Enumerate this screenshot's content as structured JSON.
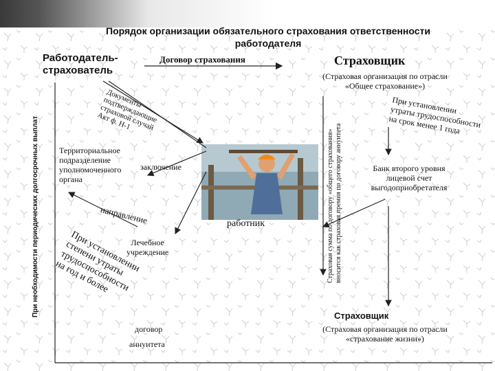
{
  "title": "Порядок организации обязательного страхования ответственности работодателя",
  "employer": {
    "line1": "Работодатель-",
    "line2": "страхователь"
  },
  "contract": "Договор страхования",
  "insurer_top": {
    "name": "Страховщик",
    "desc1": "(Страховая организация по отрасли",
    "desc2": "«Общее страхование»)"
  },
  "documents": {
    "l1": "Документы",
    "l2": "подтверждающие",
    "l3": "страховой случай",
    "l4": "Акт ф. Н-1"
  },
  "territorial": {
    "l1": "Территориальное",
    "l2": "подразделение",
    "l3": "уполномоченного",
    "l4": "органа"
  },
  "conclusion": "заключение",
  "direction": "направление",
  "disability_big": {
    "l1": "При установлении",
    "l2": "степени утраты",
    "l3": "трудоспособности",
    "l4": "на год и более"
  },
  "medical": {
    "l1": "Лечебное",
    "l2": "учреждение"
  },
  "worker": "работник",
  "disability_small": {
    "l1": "При установлении",
    "l2": "утраты трудоспособности",
    "l3": "на срок менее 1 года"
  },
  "bank": {
    "l1": "Банк второго уровня",
    "l2": "лицевой счет",
    "l3": "выгодоприобретателя"
  },
  "left_vertical": "При необходимости периодических долгосрочных выплат",
  "mid_vertical": {
    "l1": "Страховая сумма по договору «общего страхования»",
    "l2": "вносится как страховая премия по договору аннуитета"
  },
  "annuity": {
    "l1": "договор",
    "l2": "аннуитета"
  },
  "insurer_bottom": {
    "name": "Страховщик",
    "desc1": "(Страховая организация по отрасли",
    "desc2": "«страхование жизни»)"
  }
}
